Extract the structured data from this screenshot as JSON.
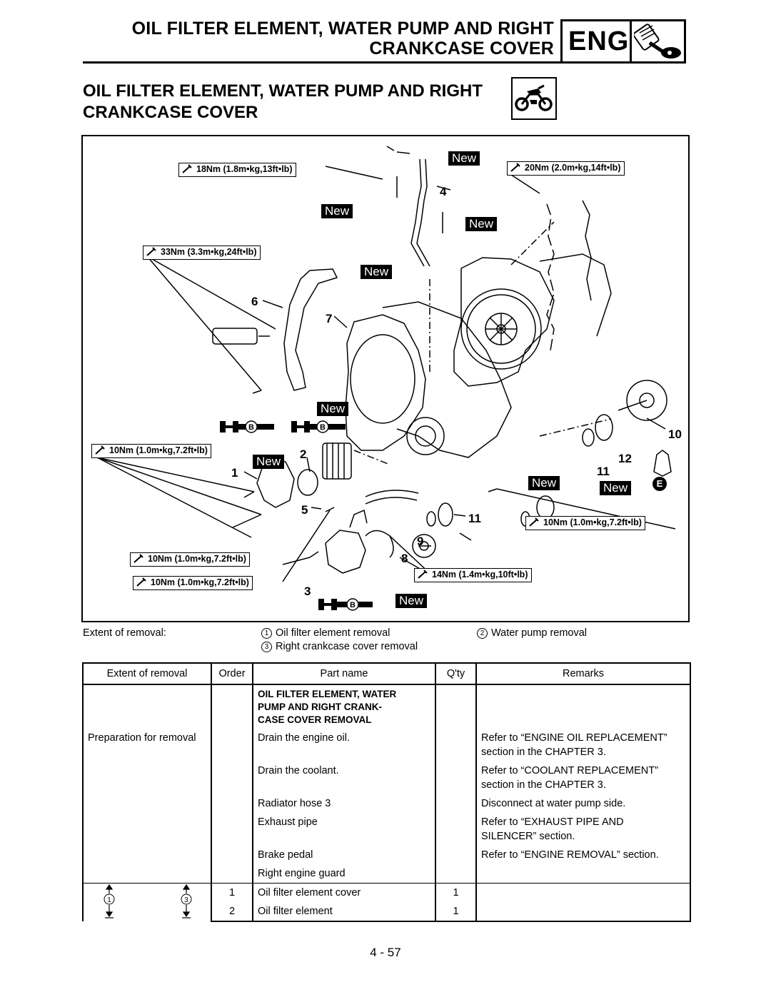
{
  "header": {
    "title_line1": "OIL FILTER ELEMENT, WATER PUMP AND RIGHT",
    "title_line2": "CRANKCASE COVER",
    "section_badge": "ENG",
    "icon": "engine-piston-icon"
  },
  "section": {
    "title_line1": "OIL FILTER ELEMENT, WATER PUMP AND RIGHT",
    "title_line2": "CRANKCASE COVER",
    "icon": "motorcycle-icon"
  },
  "diagram": {
    "torque_specs": {
      "t_18": "18Nm (1.8m•kg,13ft•lb)",
      "t_20": "20Nm (2.0m•kg,14ft•lb)",
      "t_33": "33Nm (3.3m•kg,24ft•lb)",
      "t_10a": "10Nm (1.0m•kg,7.2ft•lb)",
      "t_10b": "10Nm (1.0m•kg,7.2ft•lb)",
      "t_10c": "10Nm (1.0m•kg,7.2ft•lb)",
      "t_10d": "10Nm (1.0m•kg,7.2ft•lb)",
      "t_14": "14Nm (1.4m•kg,10ft•lb)"
    },
    "new_label": "New",
    "callouts": [
      "1",
      "2",
      "3",
      "4",
      "5",
      "6",
      "7",
      "8",
      "9",
      "10",
      "11",
      "11",
      "12"
    ],
    "lube_b": "B",
    "lube_e": "E"
  },
  "extent": {
    "label": "Extent of removal:",
    "item1_num": "1",
    "item1": "Oil filter element removal",
    "item2_num": "2",
    "item2": "Water pump removal",
    "item3_num": "3",
    "item3": "Right crankcase cover removal"
  },
  "table": {
    "headers": {
      "extent": "Extent of removal",
      "order": "Order",
      "part": "Part name",
      "qty": "Q'ty",
      "remarks": "Remarks"
    },
    "heading_l1": "OIL FILTER ELEMENT, WATER",
    "heading_l2": "PUMP AND RIGHT CRANK-",
    "heading_l3": "CASE COVER REMOVAL",
    "prep_label": "Preparation for removal",
    "rows": [
      {
        "part": "Drain the engine oil.",
        "remarks_l1": "Refer to “ENGINE OIL REPLACEMENT”",
        "remarks_l2": "section in the CHAPTER 3."
      },
      {
        "part": "Drain the coolant.",
        "remarks_l1": "Refer to “COOLANT REPLACEMENT”",
        "remarks_l2": "section in the CHAPTER 3."
      },
      {
        "part": "Radiator hose 3",
        "remarks_l1": "Disconnect at water pump side."
      },
      {
        "part": "Exhaust pipe",
        "remarks_l1": "Refer to “EXHAUST PIPE AND",
        "remarks_l2": "SILENCER” section."
      },
      {
        "part": "Brake pedal",
        "remarks_l1": "Refer to “ENGINE REMOVAL” section."
      },
      {
        "part": "Right engine guard"
      }
    ],
    "steps": [
      {
        "order": "1",
        "part": "Oil filter element cover",
        "qty": "1"
      },
      {
        "order": "2",
        "part": "Oil filter element",
        "qty": "1"
      }
    ],
    "extent_marks": {
      "a": "1",
      "b": "3"
    }
  },
  "page_number": "4 - 57"
}
